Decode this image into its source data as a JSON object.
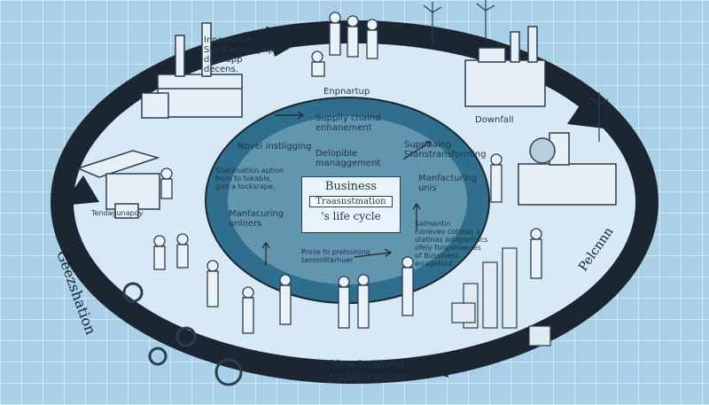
{
  "diagram": {
    "center_title": {
      "line1": "Business",
      "line2": "Traasnstmation",
      "line3": "'s life cycle"
    },
    "labels": {
      "innovative": "Innovative\nStarttapup, yrip\ndepllupp\ndecens.",
      "enpartup": "Enpnartup",
      "downfall": "Downfall",
      "supply_chain": "Supplly chaind\nenhanement",
      "delopible": "Delopible\nmanaggement",
      "novel": "Novel instiigging",
      "stabilisation": "Stabilisation aption\nfrom to tokable,\ngint a tocksrape,",
      "tendagunapoy": "Tendagunapoy",
      "manfacturing_left": "Manfacuring\nuniners",
      "suppahing": "Supphaing\nStanstransforming",
      "manfacturing_right": "Manfacturing\nunis",
      "salmentin": "Salmentin\nnonevev cotroas a\nstatinas adogactoics\nofely forgamaeges\nof Bussiness\nerragetont.",
      "prose": "Prose fo prehnining\ntamonttarnuer",
      "new_business": "New business\ntransformuton"
    },
    "ring_labels": {
      "left": "Geezshation",
      "right": "Pelcnnn"
    }
  }
}
